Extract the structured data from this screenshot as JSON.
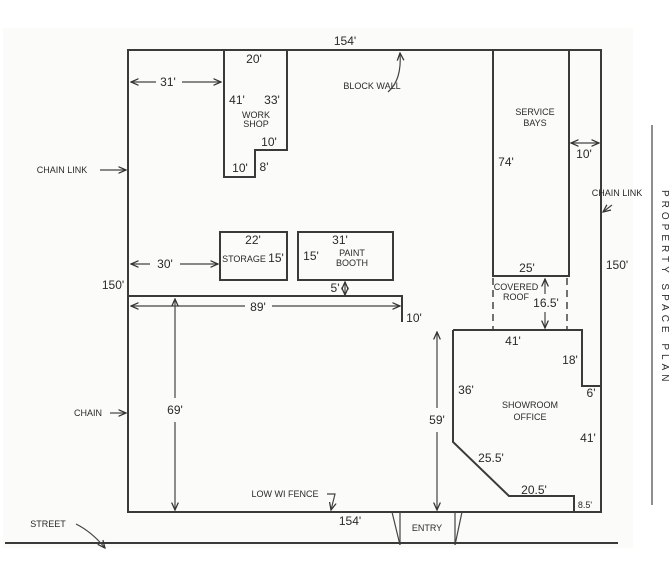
{
  "title": "PROPERTY SPACE PLAN",
  "property": {
    "top_width": "154'",
    "bottom_width": "154'",
    "left_depth": "150'",
    "right_depth": "150'",
    "top_wall": "BLOCK WALL",
    "left_fence_upper": "CHAIN LINK",
    "left_fence_lower": "CHAIN",
    "right_fence": "CHAIN LINK",
    "front_fence": "LOW WI FENCE",
    "street": "STREET",
    "entry": "ENTRY"
  },
  "workshop": {
    "name_line1": "WORK",
    "name_line2": "SHOP",
    "top": "20'",
    "left": "41'",
    "right": "33'",
    "step_h": "10'",
    "step_bottom": "10'",
    "step_v": "8'",
    "offset": "31'"
  },
  "storage": {
    "name": "STORAGE",
    "width": "22'",
    "depth": "15'",
    "offset": "30'"
  },
  "paint_booth": {
    "name_line1": "PAINT",
    "name_line2": "BOOTH",
    "width": "31'",
    "depth": "15'",
    "gap": "5'"
  },
  "inner_fence": {
    "length": "89'",
    "return": "10'",
    "front_depth": "69'"
  },
  "service_bays": {
    "name_line1": "SERVICE",
    "name_line2": "BAYS",
    "depth": "74'",
    "width": "25'",
    "side_gap": "10'"
  },
  "covered_roof": {
    "name_line1": "COVERED",
    "name_line2": "ROOF",
    "depth": "16.5'"
  },
  "showroom": {
    "name_line1": "SHOWROOM",
    "name_line2": "OFFICE",
    "top": "41'",
    "notch_v": "18'",
    "notch_h": "6'",
    "left": "36'",
    "right": "41'",
    "diagonal": "25.5'",
    "bottom": "20.5'",
    "bottom_step": "8.5'",
    "front_depth": "59'"
  }
}
